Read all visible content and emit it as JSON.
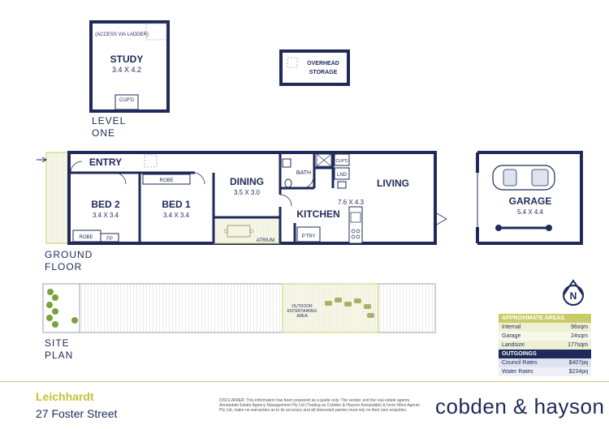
{
  "level_one": {
    "label_line1": "LEVEL",
    "label_line2": "ONE",
    "study": {
      "name": "STUDY",
      "dims": "3.4 X 4.2",
      "access": "(ACCESS VIA LADDER)",
      "cupboard": "CUP'D"
    },
    "overhead_storage": {
      "line1": "OVERHEAD",
      "line2": "STORAGE"
    }
  },
  "ground_floor": {
    "label_line1": "GROUND",
    "label_line2": "FLOOR",
    "rooms": {
      "entry": "ENTRY",
      "bed2": {
        "name": "BED 2",
        "dims": "3.4 X 3.4",
        "robe": "ROBE",
        "fp": "FP"
      },
      "bed1": {
        "name": "BED 1",
        "dims": "3.4 X 3.4",
        "robe": "ROBE"
      },
      "dining": {
        "name": "DINING",
        "dims": "3.5 X 3.0"
      },
      "atrium": "ATRIUM",
      "bath": "BATH",
      "cupboard": "CUP'D",
      "laundry": "LND",
      "kitchen": "KITCHEN",
      "pantry": "P'TRY",
      "living": {
        "name": "LIVING",
        "dims": "7.6 X 4.3"
      },
      "garage": {
        "name": "GARAGE",
        "dims": "5.4 X 4.4"
      }
    }
  },
  "site_plan": {
    "label_line1": "SITE",
    "label_line2": "PLAN",
    "outdoor_line1": "OUTDOOR",
    "outdoor_line2": "ENTERTAINING",
    "outdoor_line3": "AREA"
  },
  "north_label": "N",
  "approximate_areas": {
    "title": "APPROXIMATE AREAS",
    "rows": [
      {
        "label": "Internal",
        "value": "96sqm"
      },
      {
        "label": "Garage",
        "value": "24sqm"
      },
      {
        "label": "Landsize",
        "value": "177sqm"
      }
    ]
  },
  "outgoings": {
    "title": "OUTGOINGS",
    "rows": [
      {
        "label": "Council Rates",
        "value": "$407pq"
      },
      {
        "label": "Water Rates",
        "value": "$234pq"
      }
    ]
  },
  "footer": {
    "suburb": "Leichhardt",
    "street": "27 Foster Street",
    "disclaimer": "DISCLAIMER: This information has been prepared as a guide only. The vendor and the real estate agents, Annandale Estate Agency Management Pty Ltd (Trading as Cobden & Hayson Annandale) & Inner West Agents Pty Ltd, make no warranties as to its accuracy and all interested parties must rely on their own enquiries.",
    "brand": "cobden & hayson"
  },
  "colors": {
    "wall": "#1f2a5a",
    "accent": "#c9cc66",
    "atrium_fill": "#eef0c6",
    "grass": "#7aa23a"
  }
}
